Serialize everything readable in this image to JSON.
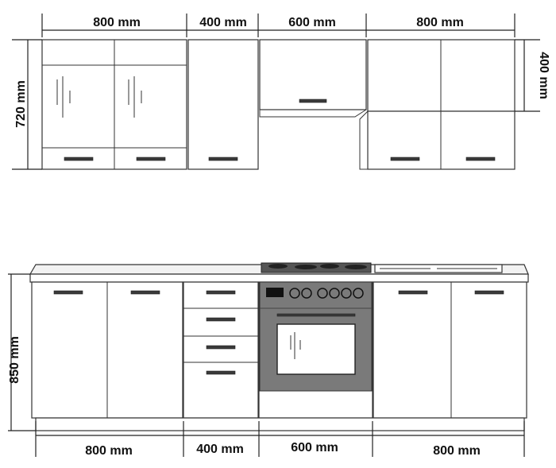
{
  "upper": {
    "widths": [
      "800 mm",
      "400 mm",
      "600 mm",
      "800 mm"
    ],
    "height": "720 mm",
    "hood_height": "400 mm"
  },
  "lower": {
    "widths": [
      "800 mm",
      "400 mm",
      "600 mm",
      "800 mm"
    ],
    "height": "850 mm"
  },
  "colors": {
    "line": "#222222",
    "panel": "#ffffff",
    "oven": "#7a7a7a",
    "hob": "#555555"
  }
}
